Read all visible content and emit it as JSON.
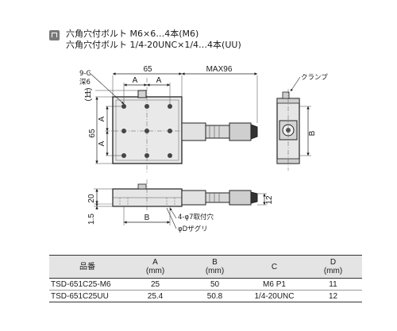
{
  "header": {
    "line1": "六角穴付ボルト M6×6…4本(M6)",
    "line2": "六角穴付ボルト 1/4-20UNC×1/4…4本(UU)"
  },
  "drawing": {
    "top_view": {
      "dim_65_top": "65",
      "dim_A_left": "A",
      "dim_A_right": "A",
      "dim_max96": "MAX96",
      "dim_11": "(11)",
      "dim_A_upper": "A",
      "dim_A_lower": "A",
      "dim_65_side": "65",
      "label_9C": "9-C",
      "label_depth": "深6"
    },
    "side_view": {
      "label_clamp": "クランプ",
      "dim_B": "B"
    },
    "front_view": {
      "dim_20": "20",
      "dim_15": "1.5",
      "dim_B": "B",
      "dim_12": "12",
      "label_holes": "4-φ7取付穴",
      "label_counterbore": "φDザグリ"
    }
  },
  "table": {
    "headers": [
      {
        "main": "品番",
        "sub": ""
      },
      {
        "main": "A",
        "sub": "(mm)"
      },
      {
        "main": "B",
        "sub": "(mm)"
      },
      {
        "main": "C",
        "sub": ""
      },
      {
        "main": "D",
        "sub": "(mm)"
      }
    ],
    "rows": [
      [
        "TSD-651C25-M6",
        "25",
        "50",
        "M6 P1",
        "11"
      ],
      [
        "TSD-651C25UU",
        "25.4",
        "50.8",
        "1/4-20UNC",
        "12"
      ]
    ]
  }
}
